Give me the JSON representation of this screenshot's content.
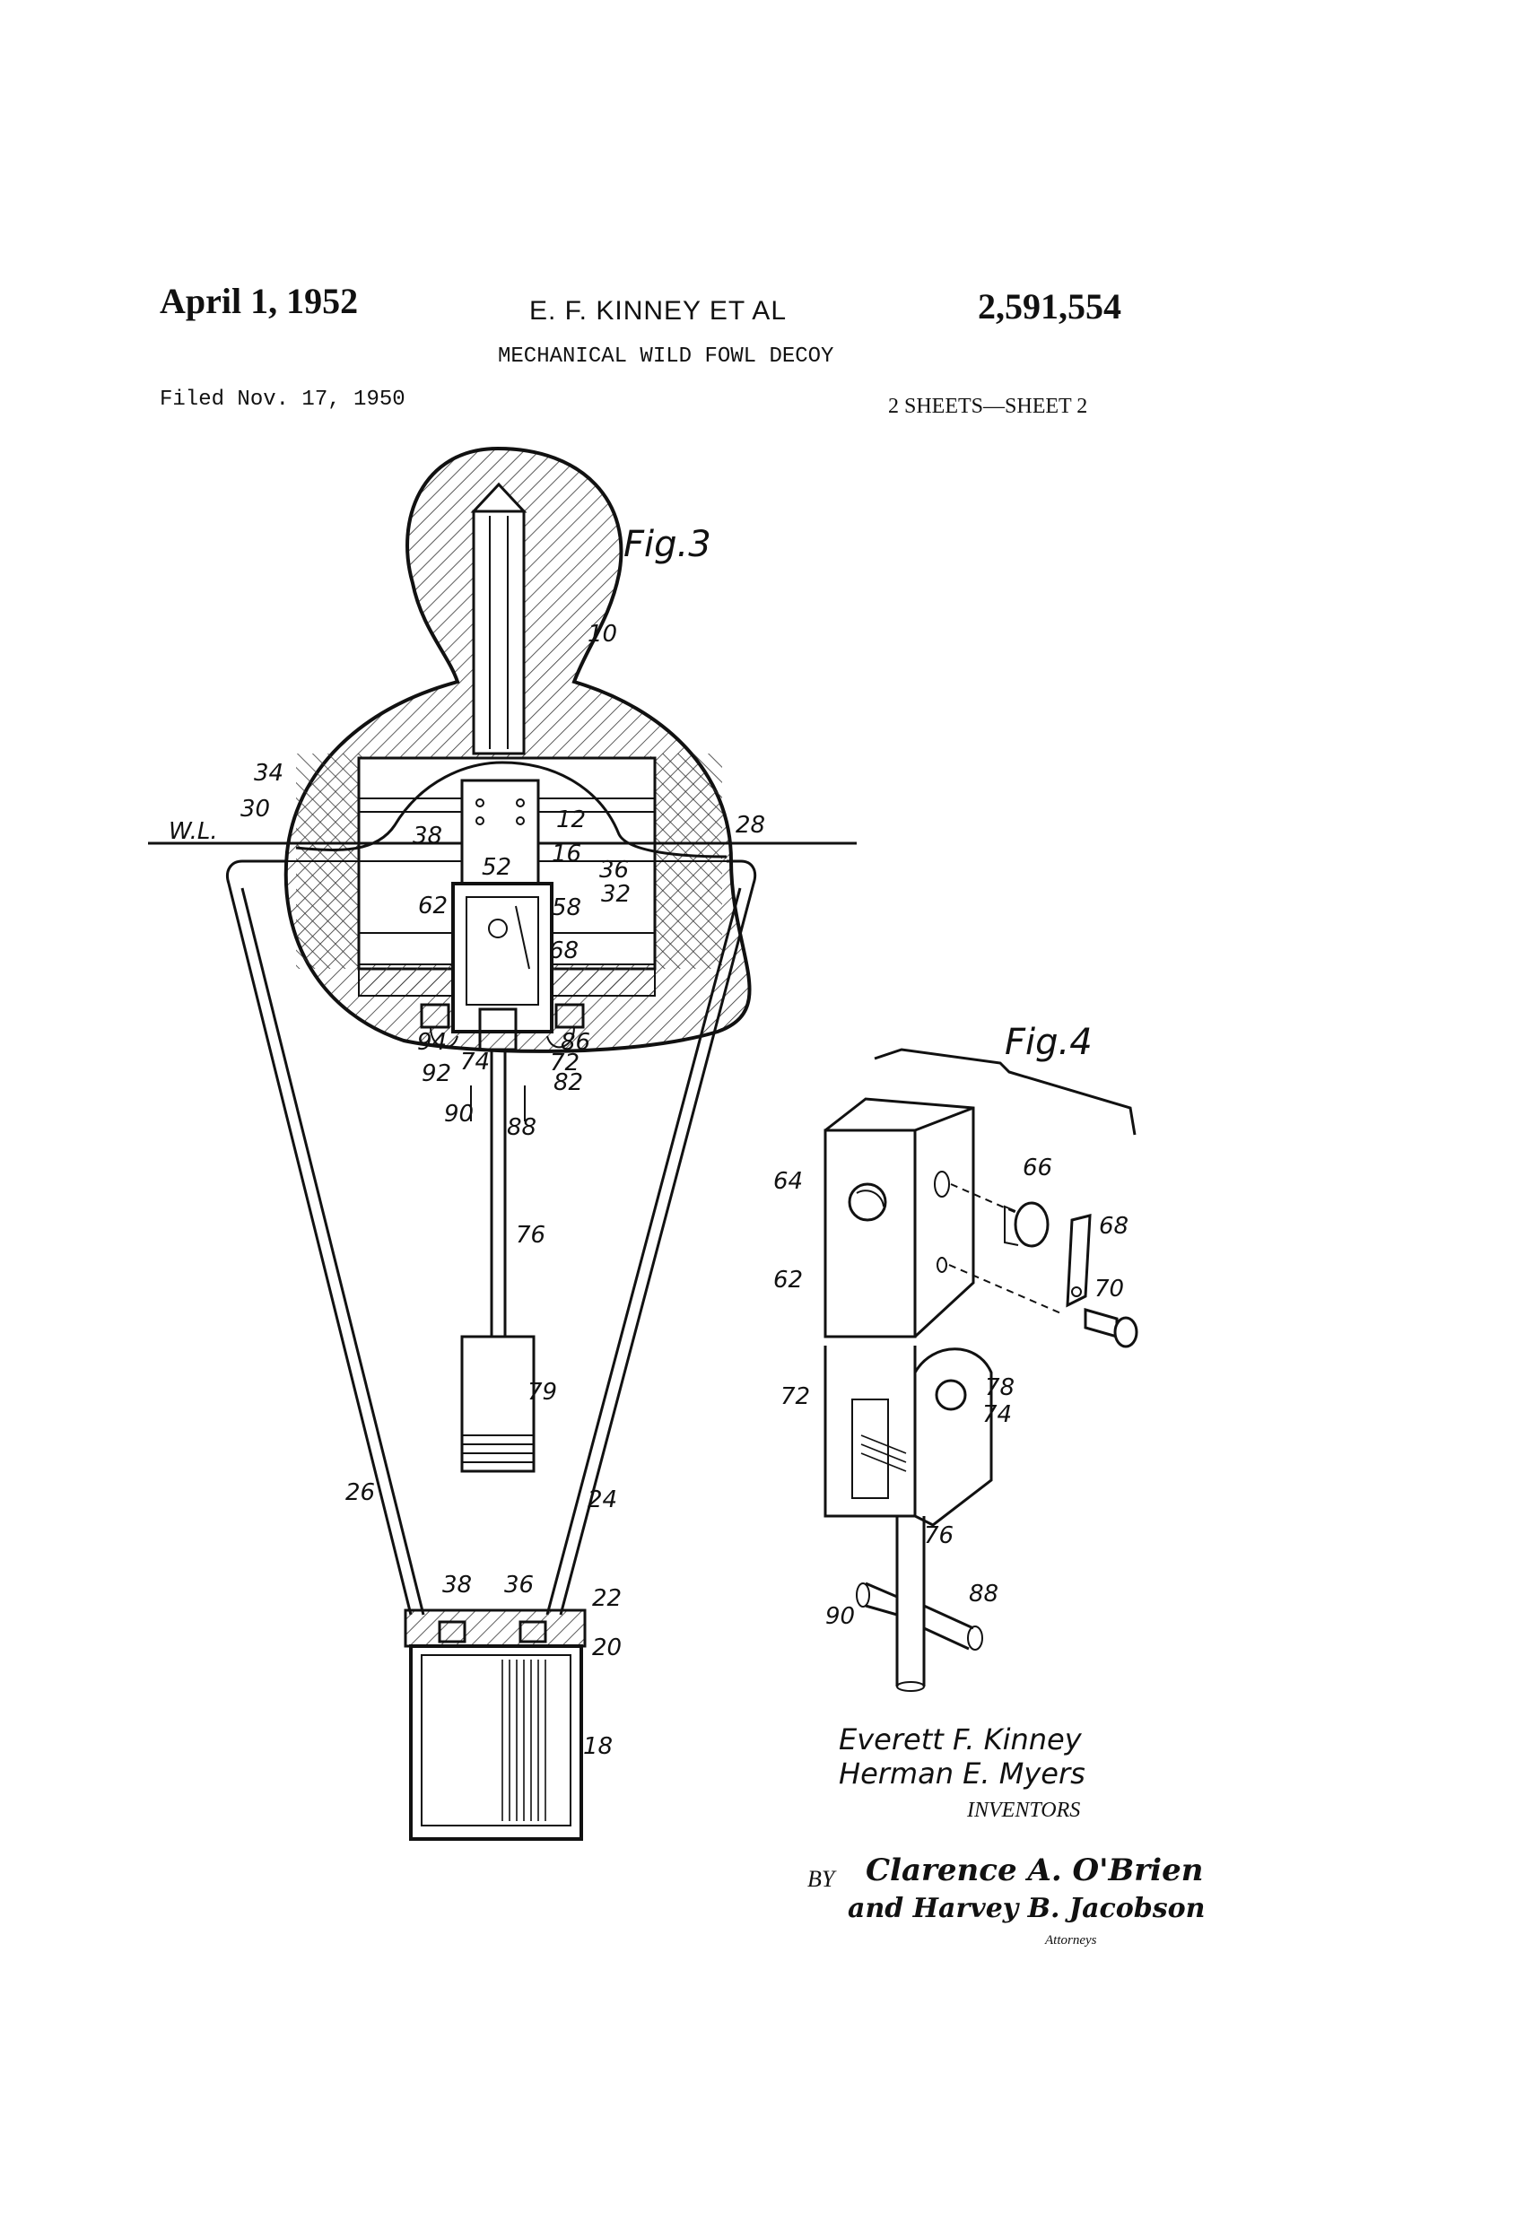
{
  "header": {
    "date": "April 1, 1952",
    "inventors_short": "E. F. KINNEY ET AL",
    "patent_number": "2,591,554",
    "title": "MECHANICAL WILD FOWL DECOY",
    "filed": "Filed Nov. 17, 1950",
    "sheets": "2 SHEETS—SHEET 2"
  },
  "fig3": {
    "title": "Fig.3",
    "water_line_label": "W.L.",
    "labels": [
      "10",
      "34",
      "30",
      "38",
      "12",
      "16",
      "36",
      "28",
      "32",
      "52",
      "58",
      "62",
      "68",
      "94",
      "92",
      "74",
      "86",
      "72",
      "82",
      "90",
      "88",
      "76",
      "79",
      "26",
      "24",
      "38",
      "36",
      "22",
      "20",
      "18"
    ]
  },
  "fig4": {
    "title": "Fig.4",
    "labels": [
      "64",
      "62",
      "66",
      "68",
      "70",
      "72",
      "78",
      "74",
      "76",
      "90",
      "88"
    ]
  },
  "inventors": {
    "name1": "Everett F. Kinney",
    "name2": "Herman E. Myers",
    "caption": "INVENTORS"
  },
  "attorneys": {
    "by": "BY",
    "sig1": "Clarence A. O'Brien",
    "sig2": "and Harvey B. Jacobson",
    "caption": "Attorneys"
  }
}
